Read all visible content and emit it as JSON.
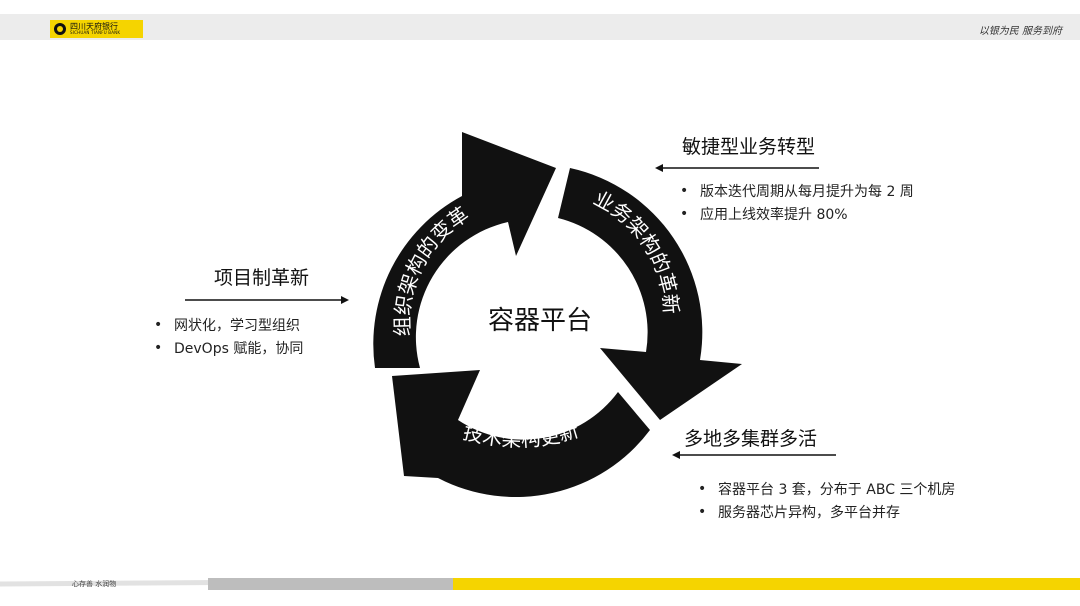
{
  "header": {
    "bank_name": "四川天府银行",
    "bank_name_en": "SICHUAN TIANFU BANK",
    "slogan": "以银为民  服务到府"
  },
  "center_label": "容器平台",
  "cycle_labels": {
    "top_left": "组织架构的变革",
    "top_right": "业务架构的革新",
    "bottom": "技术架构更新"
  },
  "sections": {
    "project": {
      "title": "项目制革新",
      "bullets": [
        "网状化，学习型组织",
        "DevOps 赋能，协同"
      ]
    },
    "agile": {
      "title": "敏捷型业务转型",
      "bullets": [
        "版本迭代周期从每月提升为每 2 周",
        "应用上线效率提升 80%"
      ]
    },
    "multisite": {
      "title": "多地多集群多活",
      "bullets": [
        "容器平台 3 套，分布于 ABC 三个机房",
        "服务器芯片异构，多平台并存"
      ]
    }
  },
  "bullet_symbol": "•",
  "footer": {
    "text": "心存善  水润物"
  },
  "colors": {
    "accent_yellow": "#f5d400",
    "arrow_fill": "#111111",
    "footer_gray": "#bdbdbd"
  }
}
